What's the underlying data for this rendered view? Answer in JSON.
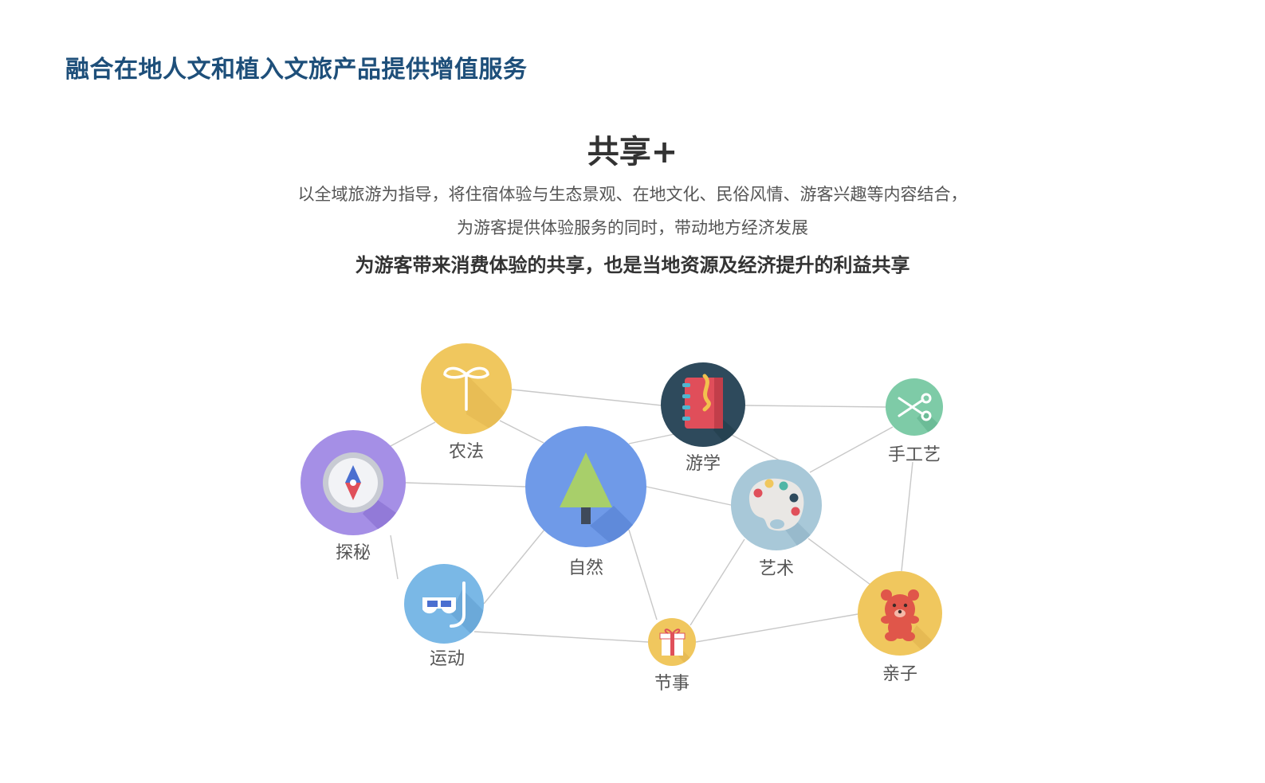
{
  "page_title": "融合在地人文和植入文旅产品提供增值服务",
  "headline": "共享+",
  "description_line1": "以全域旅游为指导，将住宿体验与生态景观、在地文化、民俗风情、游客兴趣等内容结合，",
  "description_line2": "为游客提供体验服务的同时，带动地方经济发展",
  "emphasis": "为游客带来消费体验的共享，也是当地资源及经济提升的利益共享",
  "colors": {
    "title": "#1e4f7a",
    "text": "#555555",
    "yellow": "#f0c75e",
    "purple": "#a58fe6",
    "blue": "#6f9ae8",
    "navy": "#2e4a5c",
    "teal": "#7ecba7",
    "sky": "#7ab8e6",
    "paleblue": "#a8c8d8"
  },
  "nodes": [
    {
      "id": "nongfa",
      "label": "农法",
      "icon": "sprout-icon"
    },
    {
      "id": "tanmi",
      "label": "探秘",
      "icon": "compass-icon"
    },
    {
      "id": "ziran",
      "label": "自然",
      "icon": "tree-icon"
    },
    {
      "id": "youxue",
      "label": "游学",
      "icon": "notebook-icon"
    },
    {
      "id": "shougongyi",
      "label": "手工艺",
      "icon": "scissors-icon"
    },
    {
      "id": "yishu",
      "label": "艺术",
      "icon": "palette-icon"
    },
    {
      "id": "yundong",
      "label": "运动",
      "icon": "snorkel-mask-icon"
    },
    {
      "id": "jieshi",
      "label": "节事",
      "icon": "gift-icon"
    },
    {
      "id": "qinzi",
      "label": "亲子",
      "icon": "teddy-bear-icon"
    }
  ]
}
